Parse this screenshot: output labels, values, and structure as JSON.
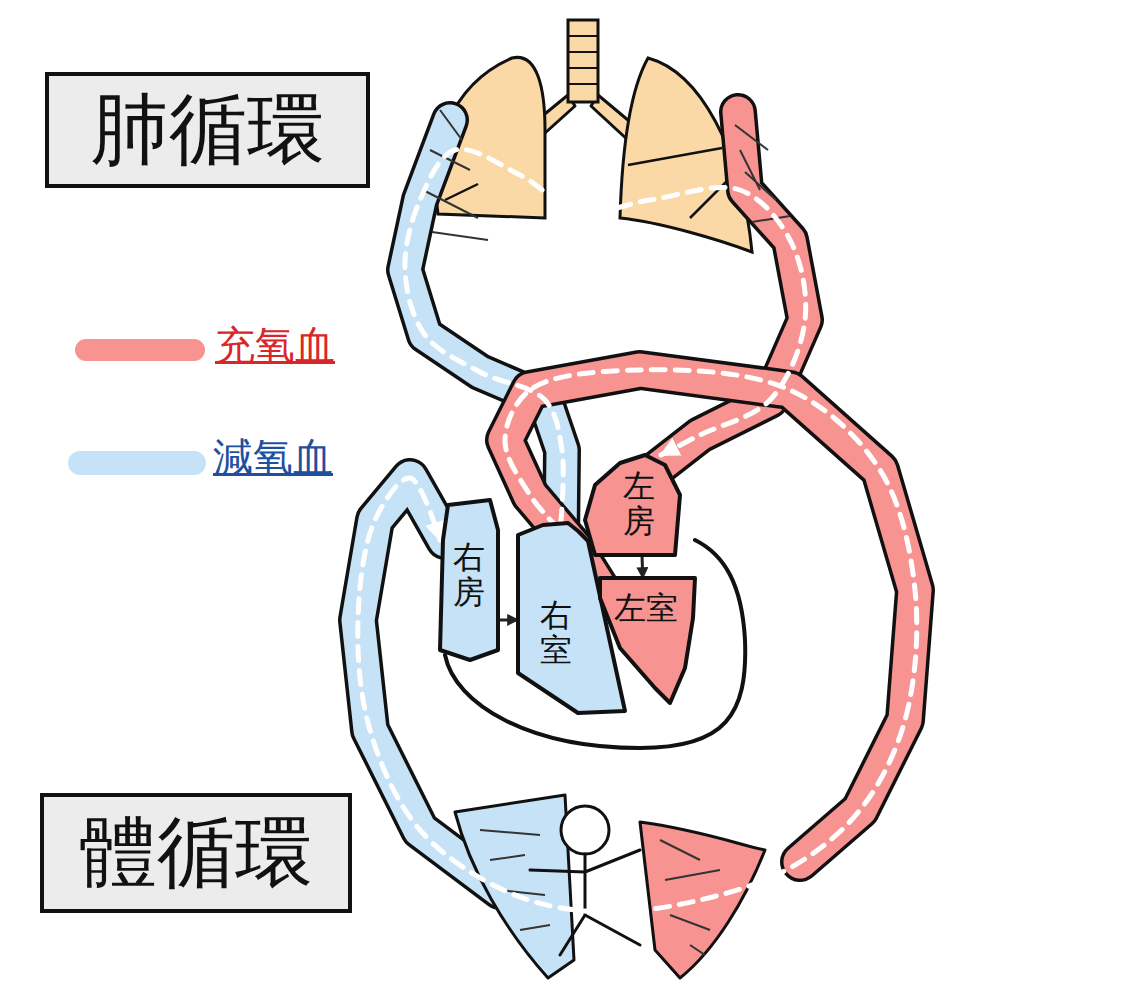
{
  "diagram": {
    "nodes": [
      {
        "text": [
          "肺循環"
        ]
      },
      {
        "text": [
          "右房"
        ]
      },
      {
        "text": [
          "右室"
        ]
      },
      {
        "text": [
          "左房"
        ]
      },
      {
        "text": [
          "左室"
        ]
      },
      {
        "text": [
          "體循環"
        ]
      }
    ],
    "edges": [
      {
        "from": 1,
        "to": 2,
        "arrow": "to"
      },
      {
        "from": 3,
        "to": 4,
        "arrow": "to"
      },
      {
        "from": 2,
        "to": 3,
        "arrow": "to"
      },
      {
        "from": 4,
        "to": 1,
        "arrow": "to"
      }
    ],
    "legend": [
      {
        "text": "充氧血",
        "color": "#f79391"
      },
      {
        "text": "減氧血",
        "color": "#c6e2f7"
      }
    ]
  }
}
